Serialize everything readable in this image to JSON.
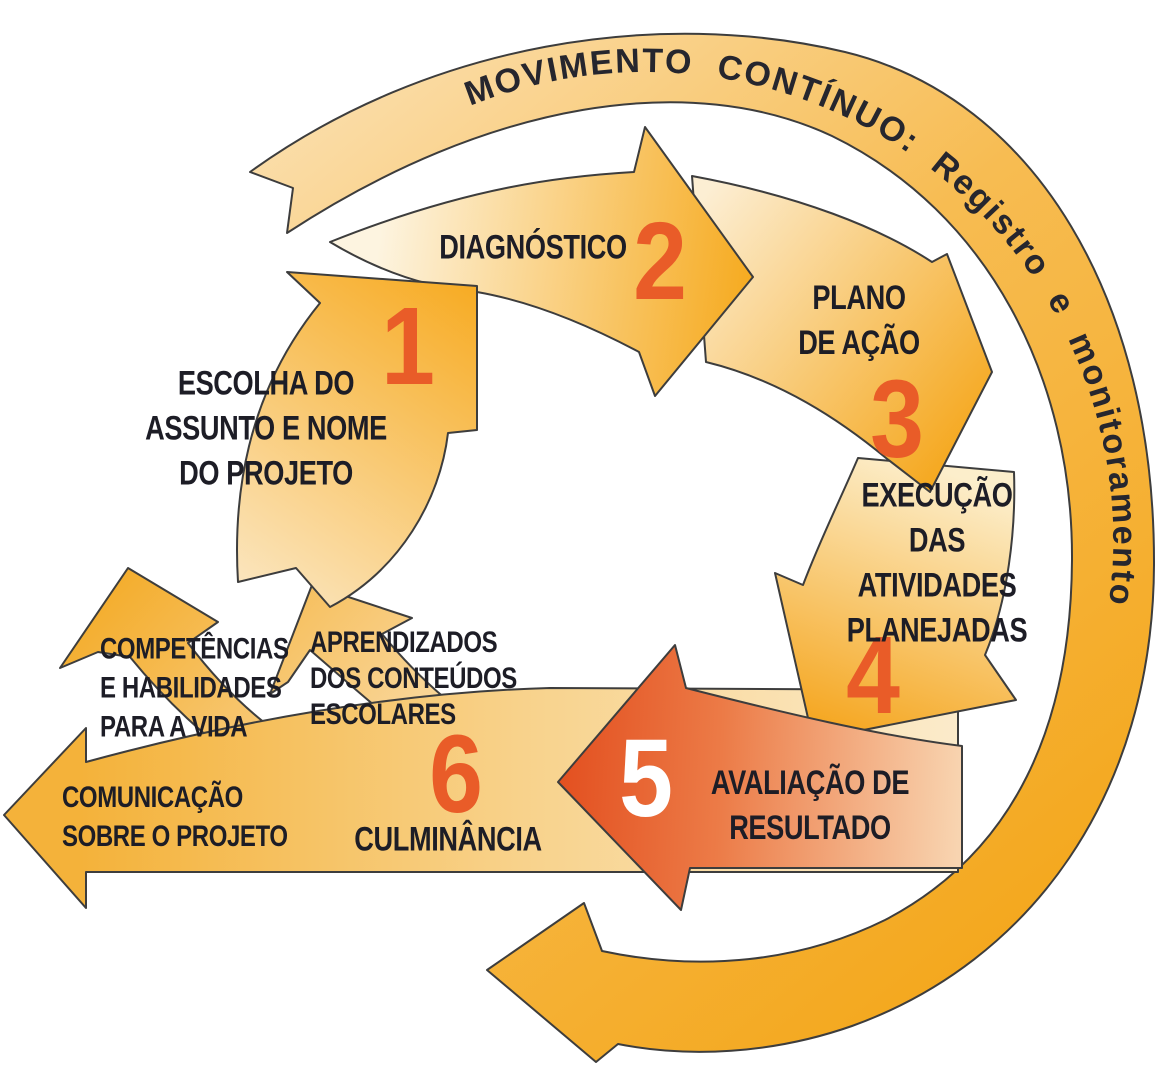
{
  "arc_title": "MOVIMENTO CONTÍNUO: Registro e monitoramento",
  "steps": [
    {
      "number": "1",
      "label": "ESCOLHA DO\nASSUNTO E NOME\nDO PROJETO"
    },
    {
      "number": "2",
      "label": "DIAGNÓSTICO"
    },
    {
      "number": "3",
      "label": "PLANO\nDE AÇÃO"
    },
    {
      "number": "4",
      "label": "EXECUÇÃO DAS\nATIVIDADES\nPLANEJADAS"
    },
    {
      "number": "5",
      "label": "AVALIAÇÃO DE\nRESULTADO"
    },
    {
      "number": "6",
      "label": "CULMINÂNCIA"
    }
  ],
  "outcomes": [
    {
      "label": "COMPETÊNCIAS\nE HABILIDADES\nPARA A VIDA"
    },
    {
      "label": "APRENDIZADOS\nDOS CONTEÚDOS\nESCOLARES"
    },
    {
      "label": "COMUNICAÇÃO\nSOBRE O PROJETO"
    }
  ],
  "colors": {
    "arrow_gold": "#F5AC20",
    "arrow_pale": "#FBE9C6",
    "arrow_red": "#E4541E",
    "number": "#E95C28",
    "number_step5": "#FFFFFF",
    "label_text": "#1D1D26",
    "outline": "#3D3D3D",
    "background": "#FFFFFF"
  }
}
